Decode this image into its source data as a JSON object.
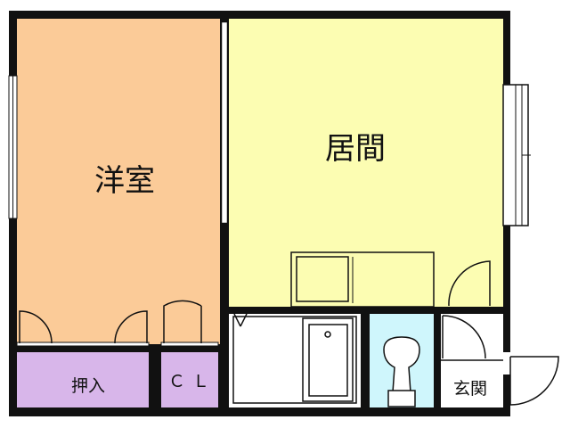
{
  "rooms": {
    "western_room": "洋室",
    "living_room": "居間",
    "closet_oshiire": "押入",
    "closet_cl": "ＣＬ",
    "entrance": "玄関"
  },
  "colors": {
    "western_room": "#FBCB98",
    "living_room": "#FCFDB2",
    "closets": "#D8B6EA",
    "toilet": "#CFF6FC",
    "wall": "#111111"
  }
}
